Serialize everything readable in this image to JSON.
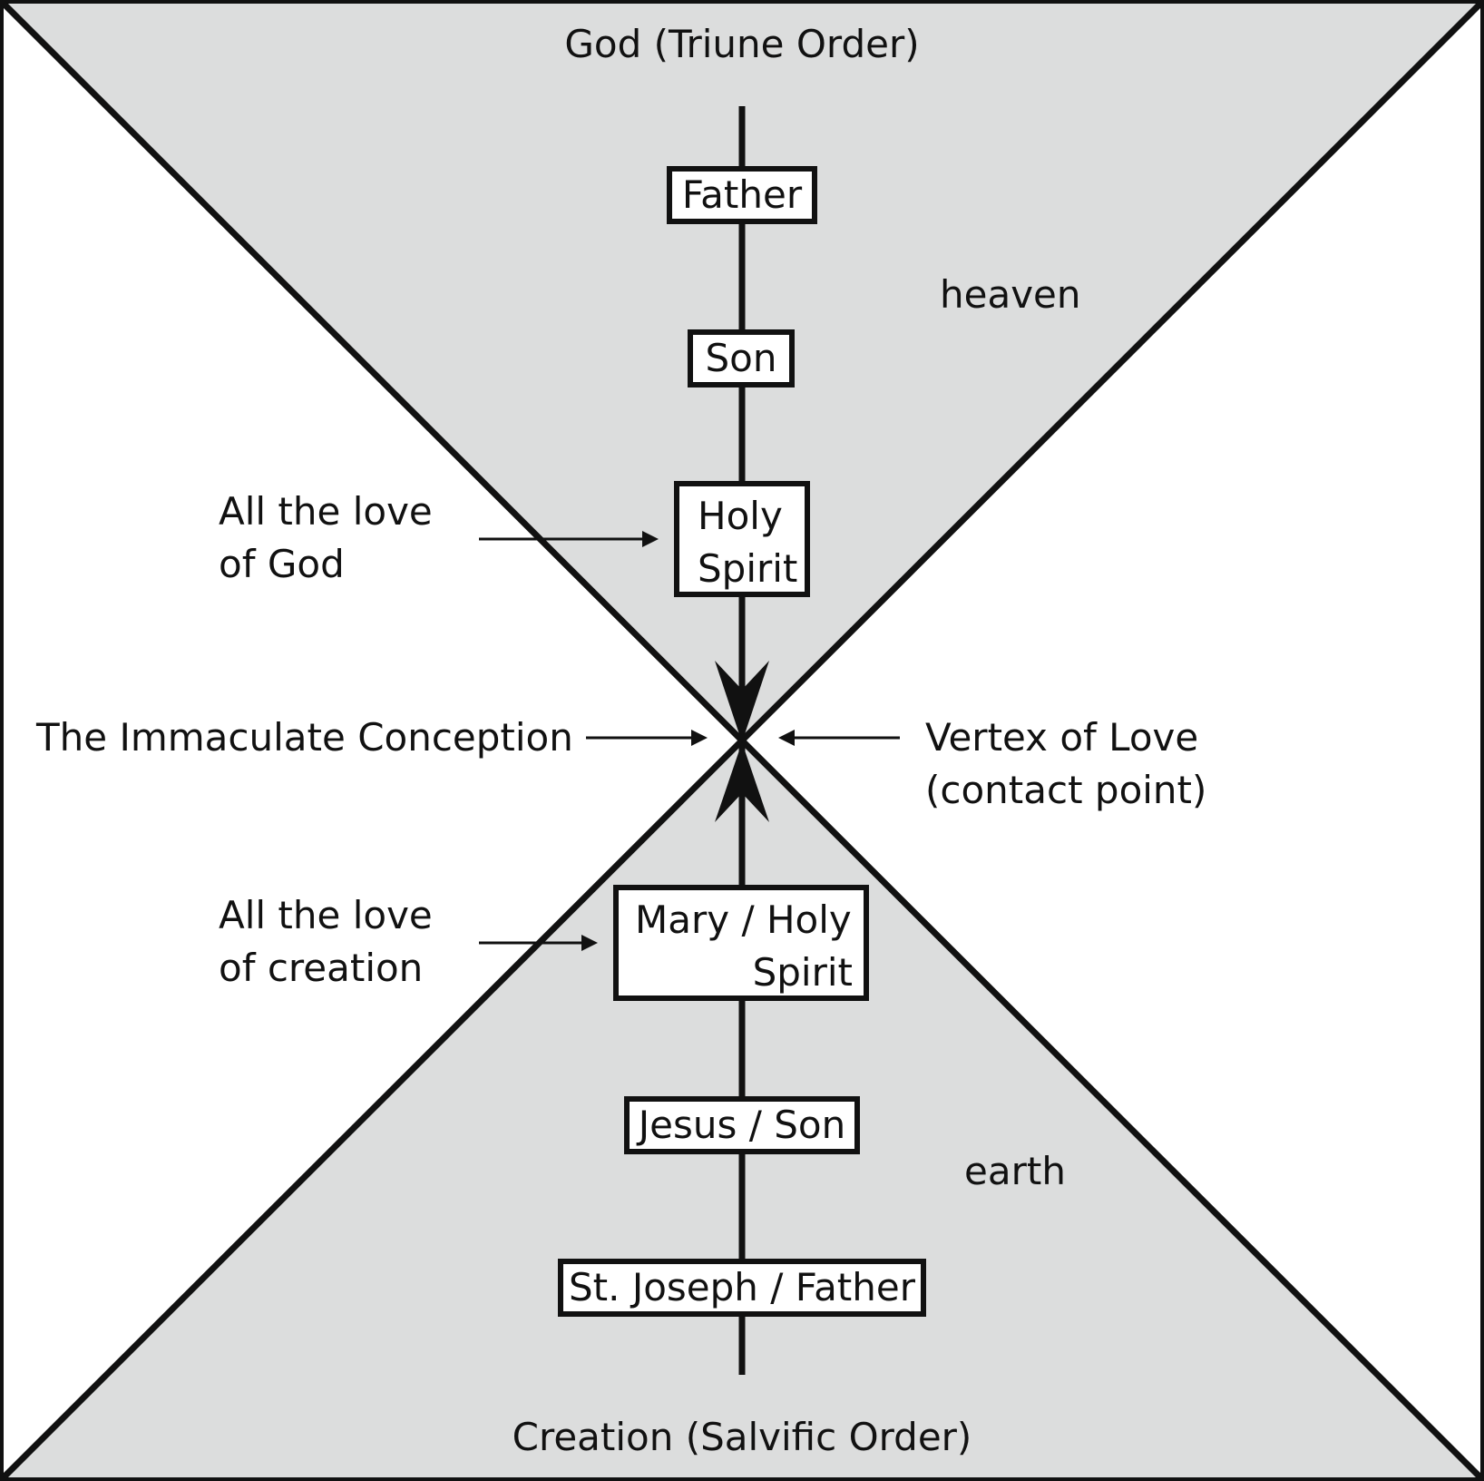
{
  "labels": {
    "top": "God (Triune Order)",
    "bottom": "Creation (Salvific Order)",
    "heaven": "heaven",
    "earth": "earth",
    "immaculate": "The Immaculate Conception",
    "vertex_line1": "Vertex of Love",
    "vertex_line2": "(contact point)",
    "love_god_line1": "All the love",
    "love_god_line2": "of God",
    "love_creation_line1": "All the love",
    "love_creation_line2": "of creation"
  },
  "boxes": {
    "father": "Father",
    "son": "Son",
    "holy_spirit_line1": "Holy",
    "holy_spirit_line2": "Spirit",
    "mary_line1": "Mary / Holy",
    "mary_line2": "Spirit",
    "jesus": "Jesus / Son",
    "joseph": "St. Joseph / Father"
  },
  "colors": {
    "shaded_region": "#dcdddd",
    "line": "#111111",
    "background": "#ffffff"
  }
}
